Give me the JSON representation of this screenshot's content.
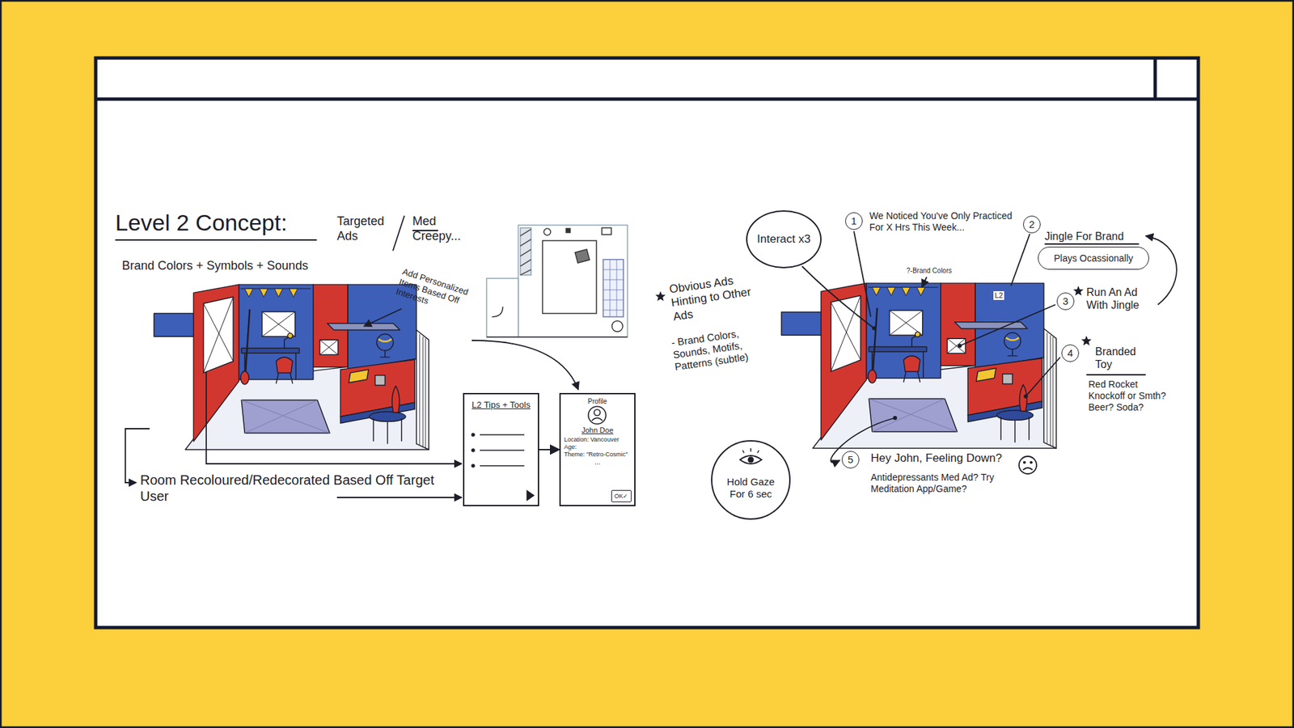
{
  "diagram": {
    "title": "Level 2 Concept:",
    "nodes": [
      {
        "text": [
          "L2 Tips + Tools"
        ]
      },
      {
        "text": [
          "Profile",
          "John Doe",
          "Location: Vancouver",
          "Age:",
          "Theme: \"Retro-Cosmic\"",
          "..."
        ]
      },
      {
        "text": [
          "OK✓"
        ],
        "in": 1
      },
      {
        "text": [
          "Interact x3"
        ]
      },
      {
        "text": [
          "1"
        ]
      },
      {
        "text": [
          "2"
        ]
      },
      {
        "text": [
          "Plays Ocassionally"
        ]
      },
      {
        "text": [
          "3"
        ]
      },
      {
        "text": [
          "4"
        ]
      },
      {
        "text": [
          "Hold Gaze For 6 sec"
        ]
      },
      {
        "text": [
          "5"
        ]
      }
    ],
    "edges": [
      {
        "from": 0,
        "to": 1,
        "arrow": "to"
      }
    ],
    "labels": [
      "Targeted Ads",
      "Med Creepy...",
      "Brand Colors + Symbols + Sounds",
      "Add Personalized Items Based Off Interests",
      "Room Recoloured/Redecorated Based Off Target User",
      "We Noticed You've Only Practiced For X Hrs This Week...",
      "?-Brand Colors",
      "L2",
      "Jingle For Brand",
      "Run An Ad With Jingle",
      "Branded Toy",
      "Red Rocket Knockoff or Smth? Beer? Soda?",
      "Obvious Ads Hinting to Other Ads",
      "- Brand Colors, Sounds, Motifs, Patterns (subtle)",
      "Hey John, Feeling Down?",
      "Antidepressants Med Ad? Try Meditation App/Game?"
    ]
  }
}
